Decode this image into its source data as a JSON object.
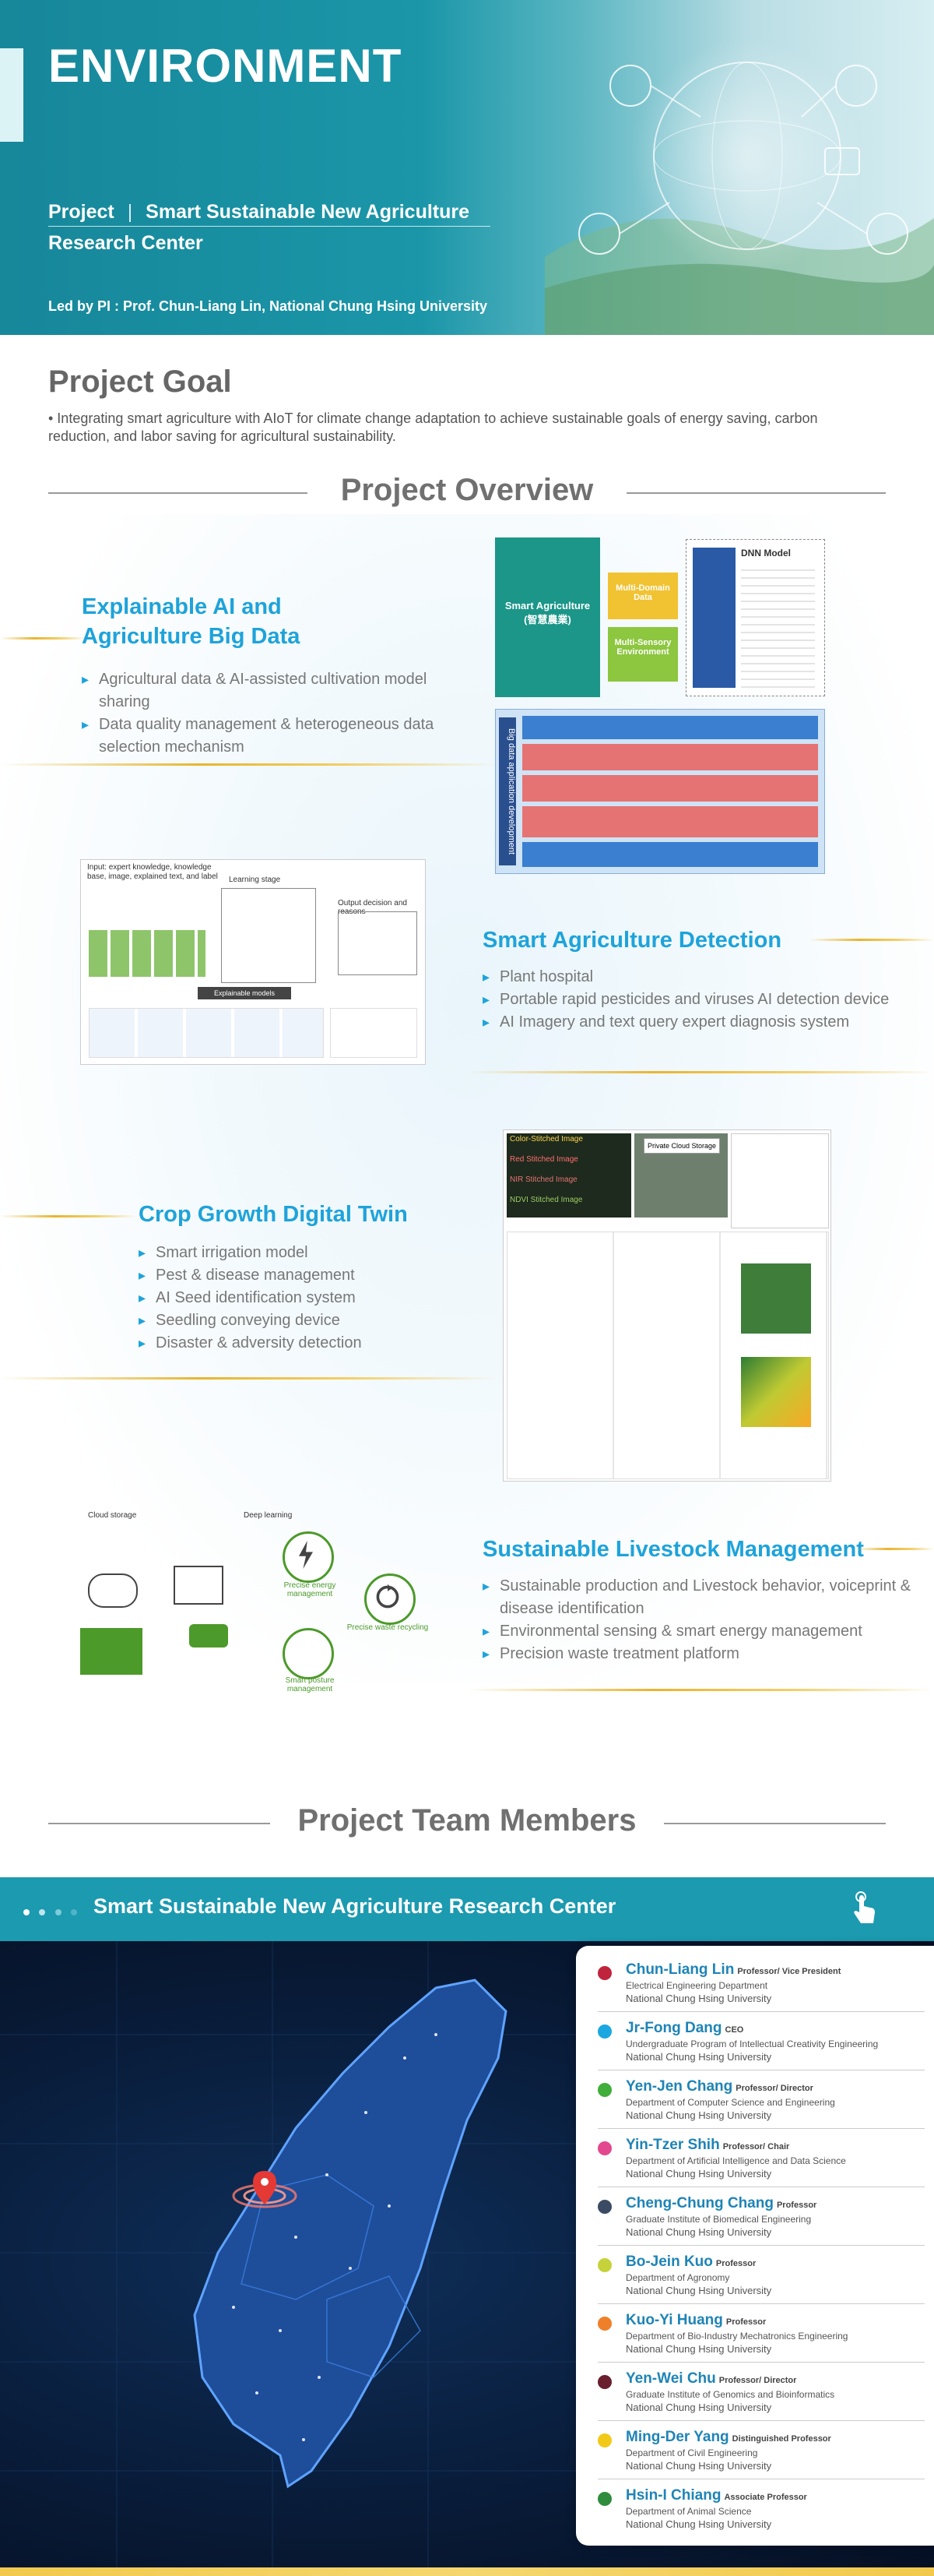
{
  "hero": {
    "title": "ENVIRONMENT",
    "project_prefix": "Project",
    "project_name": "Smart Sustainable New Agriculture",
    "project_name_2": "Research Center",
    "pi": "Led by PI : Prof. Chun-Liang Lin, National Chung Hsing University"
  },
  "goal": {
    "title": "Project Goal",
    "text": "• Integrating smart agriculture with AIoT for climate change adaptation to achieve sustainable goals of energy saving, carbon reduction, and labor saving for agricultural sustainability."
  },
  "overview": {
    "title": "Project Overview",
    "features": [
      {
        "title_1": "Explainable AI and",
        "title_2": "Agriculture Big Data",
        "items": [
          "Agricultural data & AI-assisted cultivation model sharing",
          "Data quality management & heterogeneous data selection mechanism"
        ]
      },
      {
        "title_1": "Smart Agriculture Detection",
        "items": [
          "Plant hospital",
          "Portable rapid pesticides and viruses AI detection device",
          "AI Imagery and text query expert diagnosis system"
        ]
      },
      {
        "title_1": "Crop Growth Digital Twin",
        "items": [
          "Smart irrigation model",
          "Pest & disease management",
          "AI Seed identification system",
          "Seedling conveying device",
          "Disaster & adversity detection"
        ]
      },
      {
        "title_1": "Sustainable Livestock Management",
        "items": [
          "Sustainable production and Livestock behavior, voiceprint & disease identification",
          "Environmental sensing & smart energy management",
          "Precision waste treatment platform"
        ]
      }
    ],
    "figures": {
      "fig1_main": "Smart Agriculture",
      "fig1_main_cn": "(智慧農業)",
      "fig1_box1": "Multi-Domain Data",
      "fig1_box2": "Multi-Sensory Environment",
      "fig1_dnn": "DNN Model",
      "fig1_side": "Big data application development",
      "fig2_a": "Input: expert knowledge, knowledge base, image, explained text, and label",
      "fig2_b": "Learning stage",
      "fig2_c": "Output decision and reasons",
      "fig2_d": "Explainable models",
      "fig3_a": "Color-Stitched Image",
      "fig3_b": "Red Stitched Image",
      "fig3_c": "NIR Stitched Image",
      "fig3_d": "NDVI Stitched Image",
      "fig3_e": "Private Cloud Storage",
      "fig4_a": "Cloud storage",
      "fig4_b": "Deep learning",
      "fig4_c": "Precise energy management",
      "fig4_d": "Precise waste recycling",
      "fig4_e": "Smart posture management"
    }
  },
  "team": {
    "title": "Project Team Members",
    "center": "Smart Sustainable New Agriculture Research Center",
    "members": [
      {
        "name": "Chun-Liang Lin",
        "title": "Professor/ Vice President",
        "dept": "Electrical Engineering Department",
        "univ": "National Chung Hsing University",
        "color": "#c0243c"
      },
      {
        "name": "Jr-Fong Dang",
        "title": "CEO",
        "dept": "Undergraduate Program of Intellectual Creativity Engineering",
        "univ": "National Chung Hsing University",
        "color": "#1ba7e0"
      },
      {
        "name": "Yen-Jen Chang",
        "title": "Professor/ Director",
        "dept": "Department of Computer Science and Engineering",
        "univ": "National Chung Hsing University",
        "color": "#3fae3a"
      },
      {
        "name": "Yin-Tzer Shih",
        "title": "Professor/ Chair",
        "dept": "Department of Artificial Intelligence and Data Science",
        "univ": "National Chung Hsing University",
        "color": "#e3478f"
      },
      {
        "name": "Cheng-Chung Chang",
        "title": "Professor",
        "dept": "Graduate Institute of Biomedical Engineering",
        "univ": "National Chung Hsing University",
        "color": "#3b4b63"
      },
      {
        "name": "Bo-Jein Kuo",
        "title": "Professor",
        "dept": "Department of Agronomy",
        "univ": "National Chung Hsing University",
        "color": "#c6d23a"
      },
      {
        "name": "Kuo-Yi Huang",
        "title": "Professor",
        "dept": "Department of Bio-Industry Mechatronics Engineering",
        "univ": "National Chung Hsing University",
        "color": "#f07f2a"
      },
      {
        "name": "Yen-Wei Chu",
        "title": "Professor/ Director",
        "dept": "Graduate Institute of Genomics and Bioinformatics",
        "univ": "National Chung Hsing University",
        "color": "#6a1e2e"
      },
      {
        "name": "Ming-Der Yang",
        "title": "Distinguished Professor",
        "dept": "Department of Civil Engineering",
        "univ": "National Chung Hsing University",
        "color": "#f2c916"
      },
      {
        "name": "Hsin-I Chiang",
        "title": "Associate Professor",
        "dept": "Department of Animal Science",
        "univ": "National Chung Hsing University",
        "color": "#2f8c3c"
      }
    ]
  },
  "icons": [
    "hand-pointer-icon",
    "location-pin-icon",
    "lightning-icon",
    "recycle-icon",
    "cloud-icon"
  ]
}
